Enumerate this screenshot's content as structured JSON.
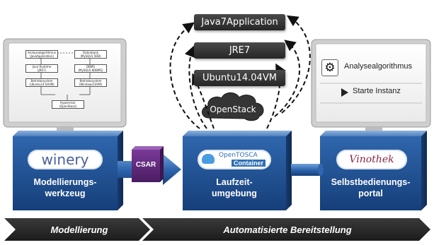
{
  "stack": [
    "Java7Application",
    "JRE7",
    "Ubuntu14.04VM"
  ],
  "cloud_label": "OpenStack",
  "csar_label": "CSAR",
  "modeling": {
    "logo": "winery",
    "label_lines": [
      "Modellierungs-",
      "werkzeug"
    ],
    "screen_boxes": [
      [
        "Analysealgorithmus",
        "(JavaApplication)"
      ],
      [
        "Datenbank",
        "(MySQL5.5DB)"
      ],
      [
        "Java Runtime",
        "(JRE7)"
      ],
      [
        "DBMS",
        "(MySQL5.6DBMS)"
      ],
      [
        "Betriebssystem",
        "(Ubuntu14.04VM)"
      ],
      [
        "Betriebssystem",
        "(Windows10VM)"
      ],
      [
        "Hypervisor",
        "(OpenStack)"
      ]
    ]
  },
  "runtime": {
    "logo_title": "OpenTOSCA",
    "logo_sub": "Container",
    "label_lines": [
      "Laufzeit-",
      "umgebung"
    ]
  },
  "portal": {
    "logo": "Vinothek",
    "label_lines": [
      "Selbstbedienungs-",
      "portal"
    ],
    "screen_item1": "Analysealgorithmus",
    "screen_item2": "Starte Instanz"
  },
  "phases": [
    "Modellierung",
    "Automatisierte Bereitstellung"
  ],
  "colors": {
    "cube_blue": "#1f4e8c",
    "csar_purple": "#5a2675",
    "dark": "#2e2e2e"
  }
}
